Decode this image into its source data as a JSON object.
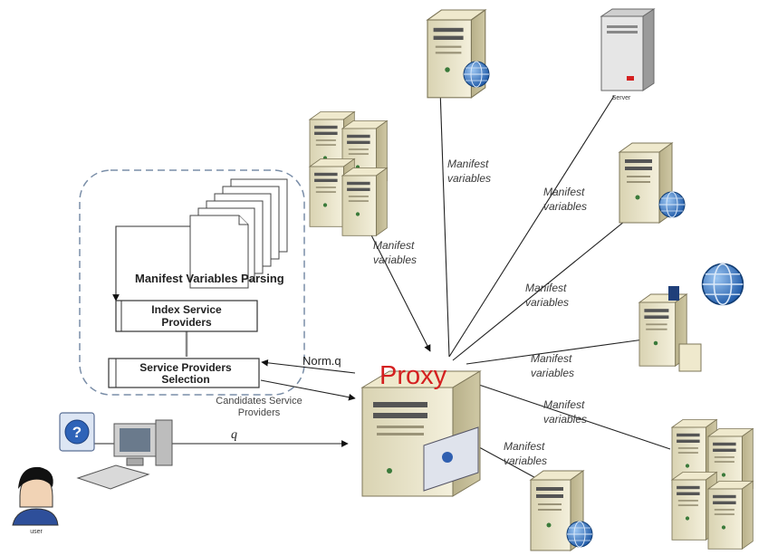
{
  "parsing_label": "Manifest Variables Parsing",
  "index_box_label_line1": "Index Service",
  "index_box_label_line2": "Providers",
  "selection_box_label_line1": "Service Providers",
  "selection_box_label_line2": "Selection",
  "norm_q_label": "Norm.q",
  "candidates_label_line1": "Candidates Service",
  "candidates_label_line2": "Providers",
  "q_label": "q",
  "proxy_label": "Proxy",
  "server_caption": "Server",
  "user_caption": "user",
  "manifest_labels": [
    {
      "line1": "Manifest",
      "line2": "variables"
    },
    {
      "line1": "Manifest",
      "line2": "variables"
    },
    {
      "line1": "Manifest",
      "line2": "variables"
    },
    {
      "line1": "Manifest",
      "line2": "variables"
    },
    {
      "line1": "Manifest",
      "line2": "variables"
    },
    {
      "line1": "Manifest",
      "line2": "variables"
    },
    {
      "line1": "Manifest",
      "line2": "variables"
    }
  ],
  "icons": [
    "server-icon",
    "globe-icon",
    "tower-server-icon",
    "document-stack-icon",
    "desktop-computer-icon",
    "help-icon",
    "user-icon"
  ],
  "colors": {
    "proxy_text": "#d42020",
    "dashed_border": "#7a8ea8",
    "globe": "#2f6fc0",
    "server_body": "#e9e4c9"
  }
}
